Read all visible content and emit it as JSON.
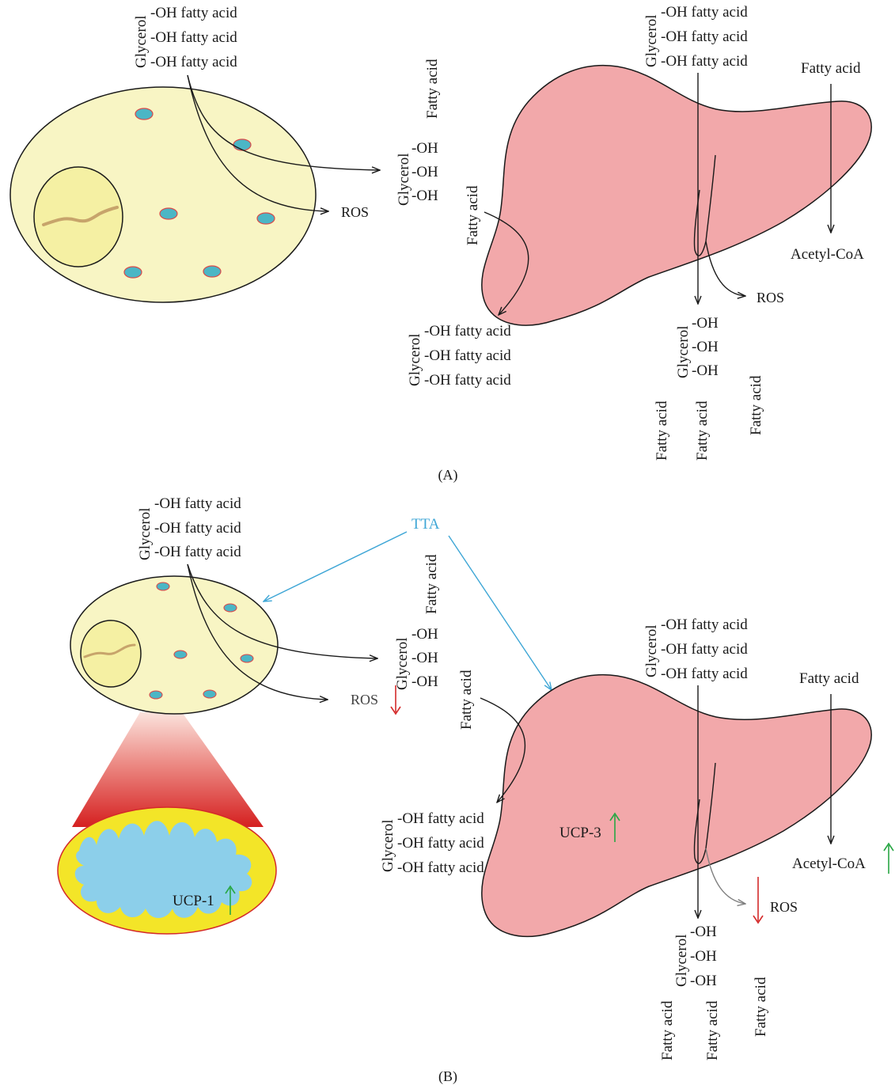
{
  "panel_a": {
    "caption": "(A)",
    "adipocyte_tg": {
      "backbone": "Glycerol",
      "chains": [
        "-OH fatty acid",
        "-OH fatty acid",
        "-OH fatty acid"
      ]
    },
    "free_fatty_acid": "Fatty acid",
    "glycerol_free": {
      "backbone": "Glycerol",
      "chains": [
        "-OH",
        "-OH",
        "-OH"
      ]
    },
    "ros": "ROS",
    "liver_top_tg": {
      "backbone": "Glycerol",
      "chains": [
        "-OH fatty acid",
        "-OH fatty acid",
        "-OH fatty acid"
      ]
    },
    "liver_fatty_acid_in": "Fatty acid",
    "acetyl_coa": "Acetyl-CoA",
    "liver_fatty_acid_left": "Fatty acid",
    "liver_tg_left": {
      "backbone": "Glycerol",
      "chains": [
        "-OH fatty acid",
        "-OH fatty acid",
        "-OH fatty acid"
      ]
    },
    "liver_ros": "ROS",
    "liver_glycerol_bottom": {
      "backbone": "Glycerol",
      "chains": [
        "-OH",
        "-OH",
        "-OH"
      ]
    },
    "bottom_fatty_acids": [
      "Fatty acid",
      "Fatty acid",
      "Fatty acid"
    ]
  },
  "panel_b": {
    "caption": "(B)",
    "tta": "TTA",
    "adipocyte_tg": {
      "backbone": "Glycerol",
      "chains": [
        "-OH fatty acid",
        "-OH fatty acid",
        "-OH fatty acid"
      ]
    },
    "free_fatty_acid": "Fatty acid",
    "glycerol_free": {
      "backbone": "Glycerol",
      "chains": [
        "-OH",
        "-OH",
        "-OH"
      ]
    },
    "ros": "ROS",
    "ucp1": "UCP-1",
    "ucp3": "UCP-3",
    "liver_top_tg": {
      "backbone": "Glycerol",
      "chains": [
        "-OH fatty acid",
        "-OH fatty acid",
        "-OH fatty acid"
      ]
    },
    "liver_fatty_acid_in": "Fatty acid",
    "acetyl_coa": "Acetyl-CoA",
    "liver_fatty_acid_left": "Fatty acid",
    "liver_tg_left": {
      "backbone": "Glycerol",
      "chains": [
        "-OH fatty acid",
        "-OH fatty acid",
        "-OH fatty acid"
      ]
    },
    "liver_ros": "ROS",
    "liver_glycerol_bottom": {
      "backbone": "Glycerol",
      "chains": [
        "-OH",
        "-OH",
        "-OH"
      ]
    },
    "bottom_fatty_acids": [
      "Fatty acid",
      "Fatty acid",
      "Fatty acid"
    ]
  },
  "colors": {
    "cell_fill": "#f8f5c4",
    "nucleus_fill": "#f5f0a3",
    "organelle_fill": "#4bb6c5",
    "organelle_border": "#d94a4a",
    "liver_fill": "#f2a8aa",
    "tta_blue": "#3ea6d6",
    "increase_green": "#28a744",
    "decrease_red": "#d42a2a",
    "mito_outer": "#f3e528",
    "mito_inner": "#8ccfea"
  },
  "icons": [
    "up-arrow-icon",
    "down-arrow-icon",
    "dna-strand-icon",
    "mitochondrion-icon",
    "liver-icon",
    "adipocyte-icon"
  ]
}
